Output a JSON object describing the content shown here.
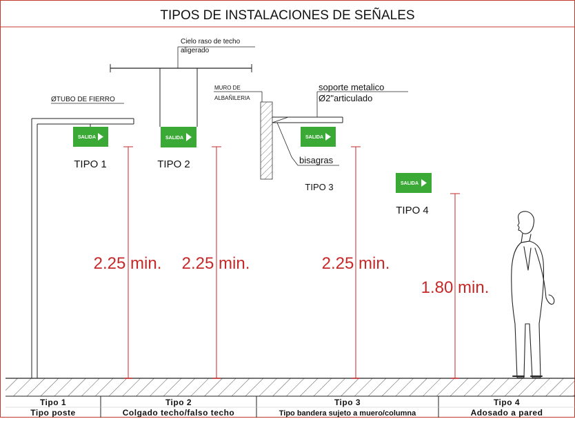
{
  "title": "TIPOS DE INSTALACIONES DE SEÑALES",
  "sign_text": "SALIDA",
  "colors": {
    "sign_green": "#3aa935",
    "dimension_red": "#c62828",
    "line": "#222222"
  },
  "annotations": {
    "ceiling": [
      "Cielo raso de techo",
      "aligerado"
    ],
    "tube": "ØTUBO DE FIERRO",
    "wall": [
      "MURO DE",
      "ALBAÑILERIA"
    ],
    "support": [
      "soporte metalico",
      "Ø2\"articulado"
    ],
    "hinges": "bisagras"
  },
  "types": [
    {
      "label": "TIPO 1",
      "dimension": "2.25 min.",
      "footer_title": "Tipo 1",
      "footer_desc": "Tipo poste"
    },
    {
      "label": "TIPO 2",
      "dimension": "2.25 min.",
      "footer_title": "Tipo 2",
      "footer_desc": "Colgado techo/falso techo"
    },
    {
      "label": "TIPO 3",
      "dimension": "2.25 min.",
      "footer_title": "Tipo 3",
      "footer_desc": "Tipo bandera sujeto a muero/columna"
    },
    {
      "label": "TIPO 4",
      "dimension": "1.80 min.",
      "footer_title": "Tipo 4",
      "footer_desc": "Adosado a pared"
    }
  ]
}
